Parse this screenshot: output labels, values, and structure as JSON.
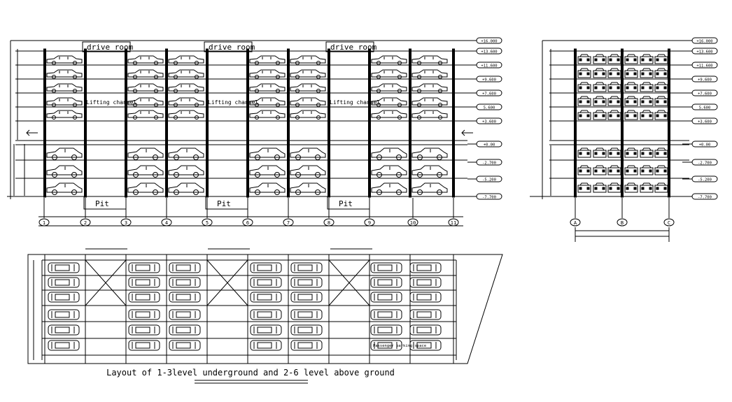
{
  "elevation": {
    "drive_room_label": "drive room",
    "lifting_channel_label": "Lifting channel",
    "pit_label": "Pit",
    "level_tags": [
      "+16.000",
      "+13.600",
      "+11.600",
      "+9.600",
      "+7.600",
      "5.600",
      "+3.600",
      "+0.00",
      "-2.700",
      "-5.200",
      "-7.700"
    ],
    "axis_numbers": [
      "1",
      "2",
      "3",
      "4",
      "5",
      "6",
      "7",
      "8",
      "9",
      "10",
      "11"
    ]
  },
  "side_section": {
    "level_tags": [
      "+16.000",
      "+13.600",
      "+11.600",
      "+9.600",
      "+7.600",
      "5.600",
      "+3.600",
      "+0.00",
      "-2.700",
      "-5.200",
      "-7.700"
    ],
    "axis_letters": [
      "A",
      "B",
      "C"
    ]
  },
  "plan": {
    "passenger_label": "Passenger parking space",
    "caption": "Layout of 1-3level underground and 2-6 level above ground"
  },
  "colors": {
    "line": "#000000",
    "background": "#ffffff"
  }
}
